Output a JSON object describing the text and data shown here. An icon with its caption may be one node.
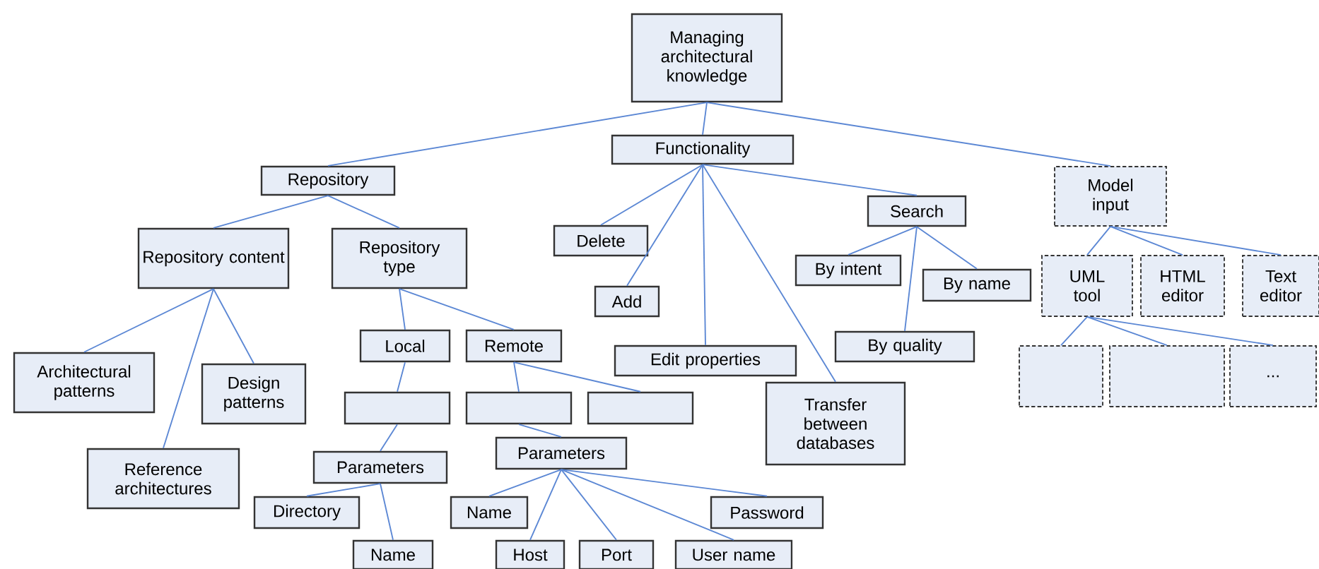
{
  "diagram": {
    "nodes": [
      {
        "text": [
          "Managing architectural knowledge"
        ]
      },
      {
        "text": [
          "Repository"
        ]
      },
      {
        "text": [
          "Functionality"
        ]
      },
      {
        "text": [
          "Model input"
        ]
      },
      {
        "text": [
          "Repository content"
        ]
      },
      {
        "text": [
          "Repository type"
        ]
      },
      {
        "text": [
          "Architectural patterns"
        ]
      },
      {
        "text": [
          "Reference architectures"
        ]
      },
      {
        "text": [
          "Design patterns"
        ]
      },
      {
        "text": [
          "Local"
        ]
      },
      {
        "text": [
          "Remote"
        ]
      },
      {
        "text": [],
        "shape": "box"
      },
      {
        "text": [
          "Parameters"
        ]
      },
      {
        "text": [
          "Directory"
        ]
      },
      {
        "text": [
          "Name"
        ]
      },
      {
        "text": [],
        "shape": "box"
      },
      {
        "text": [],
        "shape": "box"
      },
      {
        "text": [
          "Parameters"
        ]
      },
      {
        "text": [
          "Name"
        ]
      },
      {
        "text": [
          "Host"
        ]
      },
      {
        "text": [
          "Port"
        ]
      },
      {
        "text": [
          "User name"
        ]
      },
      {
        "text": [
          "Password"
        ]
      },
      {
        "text": [
          "Delete"
        ]
      },
      {
        "text": [
          "Add"
        ]
      },
      {
        "text": [
          "Edit properties"
        ]
      },
      {
        "text": [
          "Transfer between databases"
        ]
      },
      {
        "text": [
          "Search"
        ]
      },
      {
        "text": [
          "By intent"
        ]
      },
      {
        "text": [
          "By name"
        ]
      },
      {
        "text": [
          "By quality"
        ]
      },
      {
        "text": [
          "UML tool"
        ]
      },
      {
        "text": [
          "HTML editor"
        ]
      },
      {
        "text": [
          "Text editor"
        ]
      },
      {
        "text": [],
        "shape": "box"
      },
      {
        "text": [],
        "shape": "box"
      },
      {
        "text": [
          "..."
        ]
      }
    ],
    "edges": [
      {
        "from": 0,
        "to": 1,
        "arrow": "none"
      },
      {
        "from": 0,
        "to": 2,
        "arrow": "none"
      },
      {
        "from": 0,
        "to": 3,
        "arrow": "none"
      },
      {
        "from": 1,
        "to": 4,
        "arrow": "none"
      },
      {
        "from": 1,
        "to": 5,
        "arrow": "none"
      },
      {
        "from": 4,
        "to": 6,
        "arrow": "none"
      },
      {
        "from": 4,
        "to": 7,
        "arrow": "none"
      },
      {
        "from": 4,
        "to": 8,
        "arrow": "none"
      },
      {
        "from": 5,
        "to": 9,
        "arrow": "none"
      },
      {
        "from": 5,
        "to": 10,
        "arrow": "none"
      },
      {
        "from": 9,
        "to": 11,
        "arrow": "none"
      },
      {
        "from": 11,
        "to": 12,
        "arrow": "none"
      },
      {
        "from": 12,
        "to": 13,
        "arrow": "none"
      },
      {
        "from": 12,
        "to": 14,
        "arrow": "none"
      },
      {
        "from": 10,
        "to": 15,
        "arrow": "none"
      },
      {
        "from": 10,
        "to": 16,
        "arrow": "none"
      },
      {
        "from": 15,
        "to": 17,
        "arrow": "none"
      },
      {
        "from": 17,
        "to": 18,
        "arrow": "none"
      },
      {
        "from": 17,
        "to": 19,
        "arrow": "none"
      },
      {
        "from": 17,
        "to": 20,
        "arrow": "none"
      },
      {
        "from": 17,
        "to": 21,
        "arrow": "none"
      },
      {
        "from": 17,
        "to": 22,
        "arrow": "none"
      },
      {
        "from": 2,
        "to": 23,
        "arrow": "none"
      },
      {
        "from": 2,
        "to": 24,
        "arrow": "none"
      },
      {
        "from": 2,
        "to": 25,
        "arrow": "none"
      },
      {
        "from": 2,
        "to": 26,
        "arrow": "none"
      },
      {
        "from": 2,
        "to": 27,
        "arrow": "none"
      },
      {
        "from": 27,
        "to": 28,
        "arrow": "none"
      },
      {
        "from": 27,
        "to": 29,
        "arrow": "none"
      },
      {
        "from": 27,
        "to": 30,
        "arrow": "none"
      },
      {
        "from": 3,
        "to": 31,
        "arrow": "none"
      },
      {
        "from": 3,
        "to": 32,
        "arrow": "none"
      },
      {
        "from": 3,
        "to": 33,
        "arrow": "none"
      },
      {
        "from": 31,
        "to": 34,
        "arrow": "none"
      },
      {
        "from": 31,
        "to": 35,
        "arrow": "none"
      },
      {
        "from": 31,
        "to": 36,
        "arrow": "none"
      }
    ]
  }
}
